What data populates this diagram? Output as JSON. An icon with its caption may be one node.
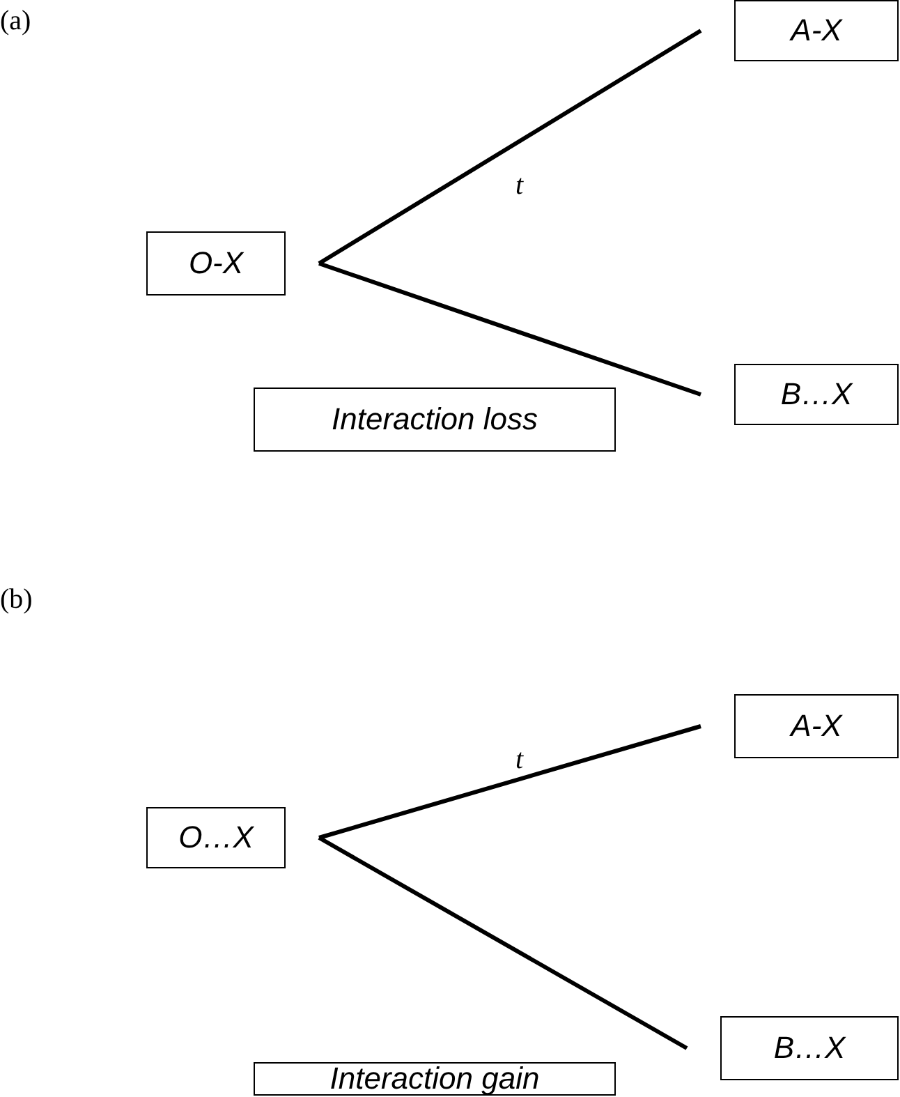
{
  "diagram": {
    "nodes": [
      {
        "text": [
          "O-X"
        ]
      },
      {
        "text": [
          "A-X"
        ]
      },
      {
        "text": [
          "B…X"
        ]
      },
      {
        "text": [
          "Interaction loss"
        ]
      },
      {
        "text": [
          "O…X"
        ]
      },
      {
        "text": [
          "A-X"
        ]
      },
      {
        "text": [
          "B…X"
        ]
      },
      {
        "text": [
          "Interaction gain"
        ]
      }
    ],
    "edges": [
      {
        "from": 0,
        "to": 1,
        "arrow": "none",
        "label": "t"
      },
      {
        "from": 0,
        "to": 2,
        "arrow": "none"
      },
      {
        "from": 4,
        "to": 5,
        "arrow": "none",
        "label": "t"
      },
      {
        "from": 4,
        "to": 6,
        "arrow": "none"
      }
    ],
    "labels": [
      "(a)",
      "(b)"
    ]
  }
}
